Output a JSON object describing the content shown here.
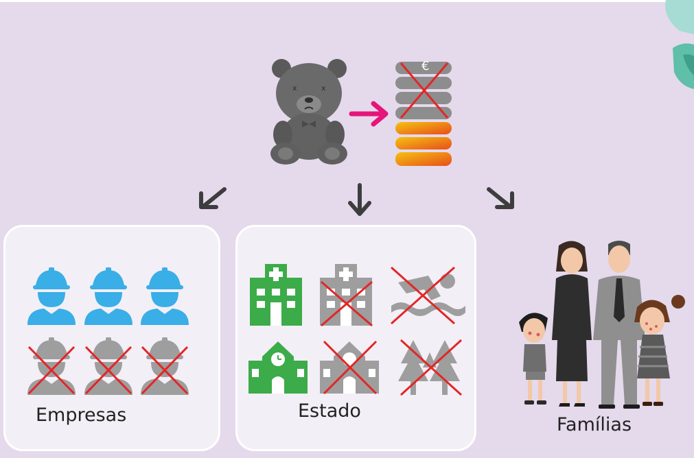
{
  "labels": {
    "empresas": "Empresas",
    "estado": "Estado",
    "familias": "Famílias"
  },
  "coins": {
    "currency_symbol": "€"
  },
  "colors": {
    "background": "#e5d9ec",
    "panel": "#f3eff6",
    "worker_active": "#3aaee6",
    "worker_inactive": "#9e9e9e",
    "building_active": "#3cab49",
    "building_inactive": "#9e9e9e",
    "cross": "#e32626",
    "arrow_main": "#e5157a",
    "arrow_down": "#3d3d3d",
    "coin_gradient_top": "#f5c211",
    "coin_gradient_bottom": "#e84e1b"
  },
  "icons": [
    "teddy-bear-icon",
    "coin-stack-icon",
    "worker-icon",
    "hospital-icon",
    "school-icon",
    "swimming-icon",
    "pine-trees-icon",
    "family-icon"
  ]
}
